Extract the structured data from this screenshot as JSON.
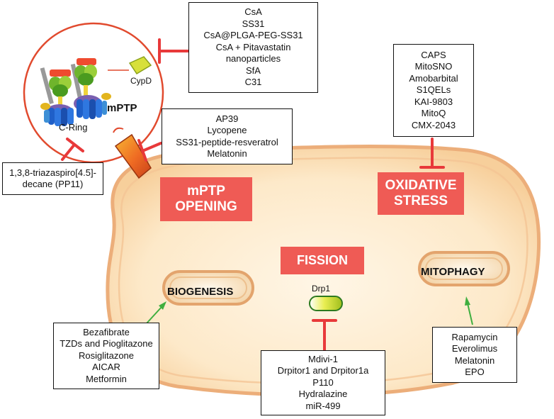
{
  "mptp_labels": {
    "cypd": "CypD",
    "mptp": "mPTP",
    "cring": "C-Ring"
  },
  "boxes": {
    "csa_group": [
      "CsA",
      "SS31",
      "CsA@PLGA-PEG-SS31",
      "CsA + Pitavastatin",
      "nanoparticles",
      "SfA",
      "C31"
    ],
    "ap39_group": [
      "AP39",
      "Lycopene",
      "SS31-peptide-resveratrol",
      "Melatonin"
    ],
    "caps_group": [
      "CAPS",
      "MitoSNO",
      "Amobarbital",
      "S1QELs",
      "KAI-9803",
      "MitoQ",
      "CMX-2043"
    ],
    "pp11_group": [
      "1,3,8-triazaspiro[4.5]-",
      "decane (PP11)"
    ],
    "biogenesis_group": [
      "Bezafibrate",
      "TZDs and Pioglitazone",
      "Rosiglitazone",
      "AICAR",
      "Metformin"
    ],
    "fission_group": [
      "Mdivi-1",
      "Drpitor1 and Drpitor1a",
      "P110",
      "Hydralazine",
      "miR-499"
    ],
    "mitophagy_group": [
      "Rapamycin",
      "Everolimus",
      "Melatonin",
      "EPO"
    ]
  },
  "process_labels": {
    "mptp_opening": [
      "mPTP",
      "OPENING"
    ],
    "oxidative_stress": [
      "OXIDATIVE",
      "STRESS"
    ],
    "fission": "FISSION",
    "biogenesis": "BIOGENESIS",
    "mitophagy": "MITOPHAGY",
    "drp1": "Drp1"
  },
  "colors": {
    "inhibit": "#e8393a",
    "activate": "#3fae3f",
    "label_bg": "#ef5b55",
    "mito_fill": "#fbe6c4",
    "mito_outline": "#e9a06a"
  }
}
